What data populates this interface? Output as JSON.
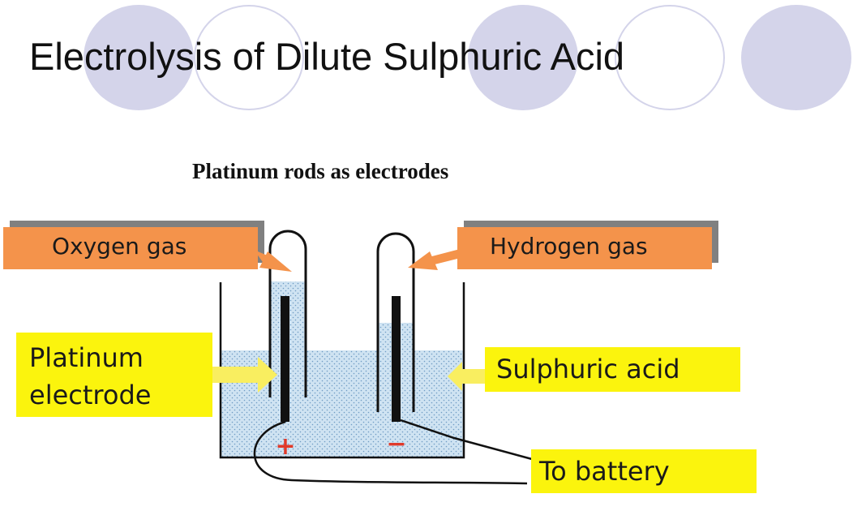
{
  "slide": {
    "title": "Electrolysis of Dilute Sulphuric Acid",
    "subtitle": "Platinum rods as electrodes"
  },
  "labels": {
    "oxygen": "Oxygen gas",
    "hydrogen": "Hydrogen gas",
    "platinum_line1": "Platinum",
    "platinum_line2": "electrode",
    "sulphuric": "Sulphuric acid",
    "battery": "To battery",
    "plus": "+",
    "minus": "−"
  },
  "colors": {
    "orange_label": "#f4934b",
    "yellow_label": "#fbf40d",
    "electrolyte": "#cfe3f2",
    "arrow_orange": "#f4934b",
    "arrow_yellow": "#f9ee60",
    "decor_circle": "#d4d4ea",
    "terminal_red": "#e03a2a"
  }
}
